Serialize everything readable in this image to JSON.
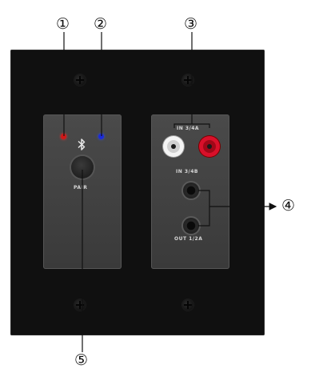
{
  "callouts": {
    "c1": "①",
    "c2": "②",
    "c3": "③",
    "c4": "④",
    "c5": "⑤"
  },
  "bluetooth_module": {
    "icon": "bluetooth-icon",
    "pair_label": "PAIR",
    "led_left_color": "#d01818",
    "led_right_color": "#1a2ad8"
  },
  "audio_module": {
    "in_top_label": "IN 3/4A",
    "in_bottom_label": "IN 3/4B",
    "out_label": "OUT 1/2A",
    "rca_left_color": "#f4f4f4",
    "rca_right_color": "#d8102a"
  },
  "colors": {
    "plate": "#101010",
    "module": "#454545",
    "leader_line": "#111111"
  }
}
